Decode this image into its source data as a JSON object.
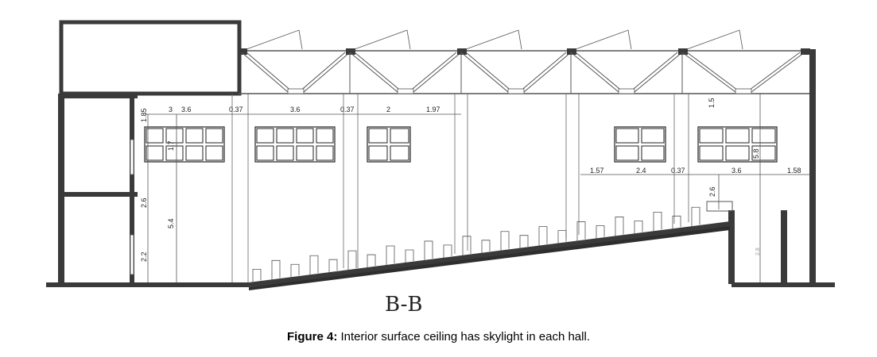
{
  "section_label": "B-B",
  "caption": {
    "figure_label": "Figure 4:",
    "text": " Interior surface ceiling has skylight in each hall."
  },
  "dimensions": {
    "top_row": [
      "3",
      "3.6",
      "0.37",
      "3.6",
      "0.37",
      "2",
      "1.97"
    ],
    "right_top": "1.5",
    "right_row": [
      "1.57",
      "2.4",
      "0.37",
      "3.6",
      "1.58"
    ],
    "vertical_left": [
      "1.85",
      "1.7",
      "2.6",
      "5.4",
      "2.2"
    ],
    "vertical_right": [
      "5.8",
      "2.6",
      "2.8"
    ]
  },
  "colors": {
    "wall": "#3a3a3a",
    "line": "#555555",
    "stair": "#2e2e2e"
  }
}
